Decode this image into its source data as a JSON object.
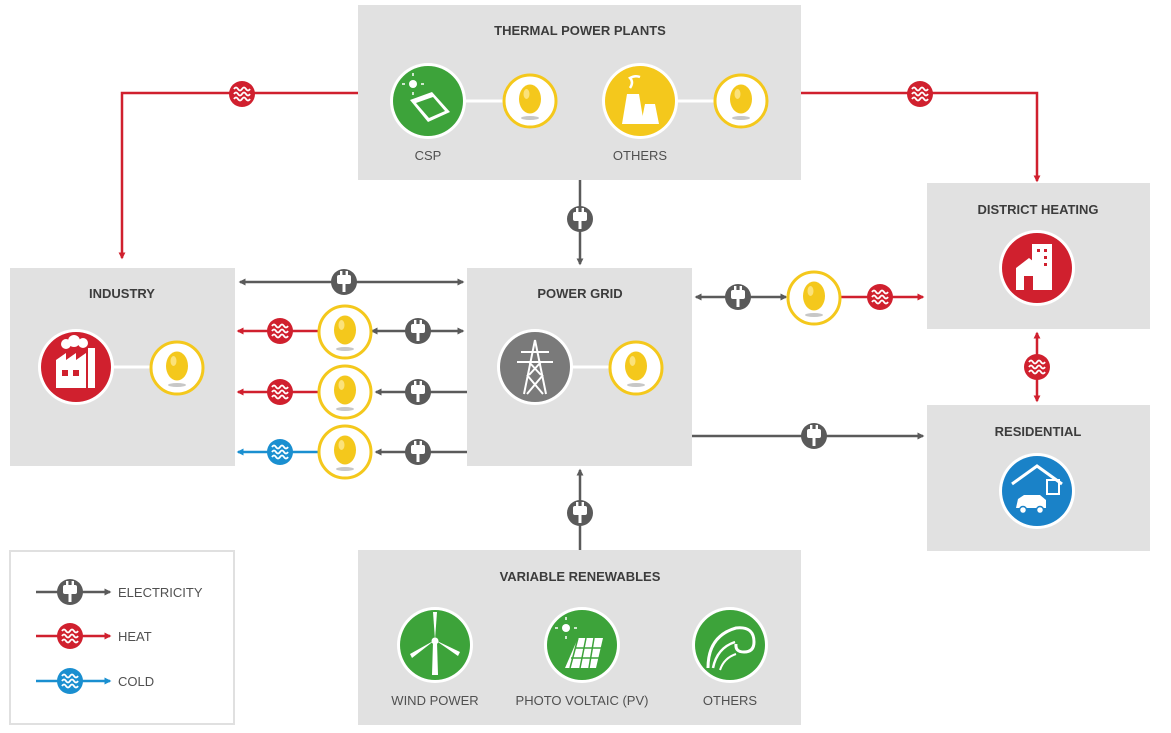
{
  "colors": {
    "electricity": "#5a5a5a",
    "heat": "#d0202e",
    "cold": "#1a8fd0",
    "renewable_green": "#3da33a",
    "storage_yellow": "#f4c81c",
    "box_grey": "#e1e1e1",
    "grid_grey": "#7a7a7a",
    "residential_blue": "#1a82c8"
  },
  "nodes": {
    "thermal": {
      "title": "THERMAL POWER PLANTS",
      "csp": "CSP",
      "others": "OTHERS"
    },
    "industry": {
      "title": "INDUSTRY"
    },
    "grid": {
      "title": "POWER GRID"
    },
    "district": {
      "title": "DISTRICT HEATING"
    },
    "residential": {
      "title": "RESIDENTIAL"
    },
    "renewables": {
      "title": "VARIABLE RENEWABLES",
      "wind": "WIND POWER",
      "pv": "PHOTO VOLTAIC (PV)",
      "others": "OTHERS"
    }
  },
  "icons": {
    "csp": "solar-concentrator-icon",
    "thermal_others": "power-plant-icon",
    "industry": "factory-icon",
    "grid": "pylon-icon",
    "district": "building-icon",
    "residential": "house-car-icon",
    "wind": "wind-turbine-icon",
    "pv": "solar-panel-icon",
    "renewables_others": "wave-icon",
    "storage": "egg-storage-icon",
    "electricity": "plug-icon",
    "heat": "heat-waves-icon",
    "cold": "cold-waves-icon"
  },
  "legend": {
    "electricity": "ELECTRICITY",
    "heat": "HEAT",
    "cold": "COLD"
  }
}
